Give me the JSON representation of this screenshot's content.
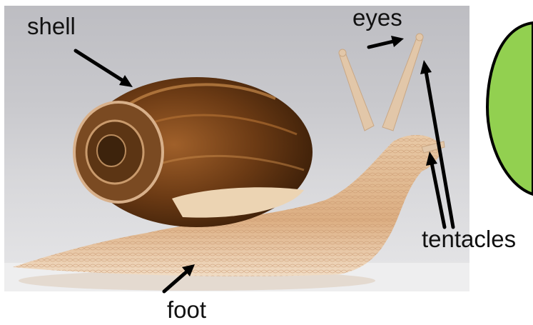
{
  "labels": {
    "shell": "shell",
    "eyes": "eyes",
    "tentacles": "tentacles",
    "foot": "foot"
  },
  "colors": {
    "circle_fill": "#92d050",
    "arrow": "#000000"
  }
}
